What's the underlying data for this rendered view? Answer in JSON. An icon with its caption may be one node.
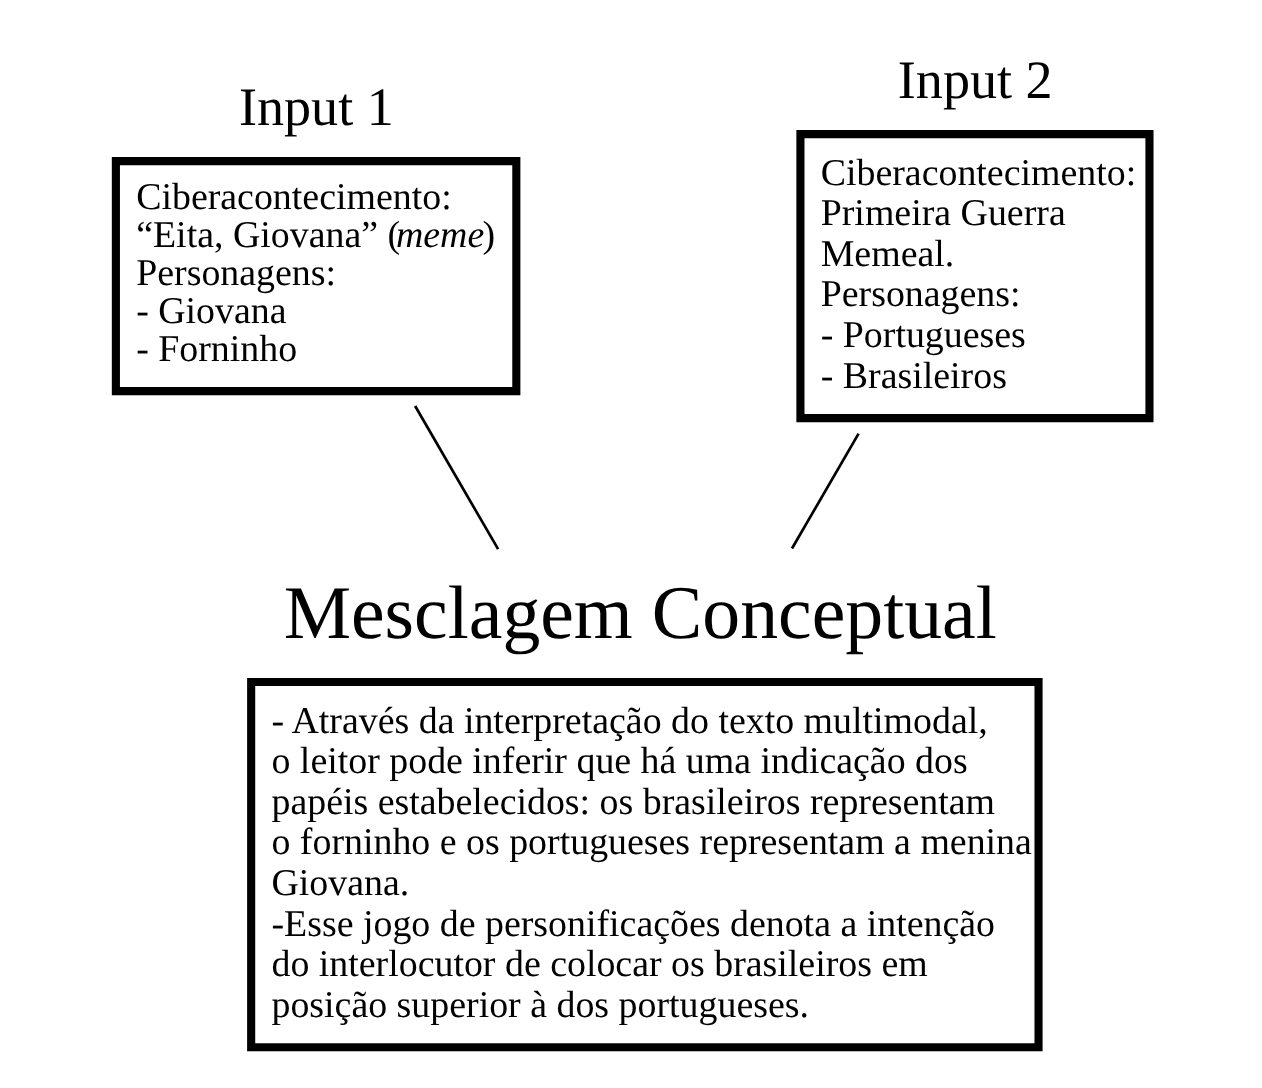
{
  "diagram": {
    "nodes": [
      {
        "text": [
          "Input 1",
          "Ciberacontecimento: “Eita, Giovana” (*meme*)",
          "Personagens:",
          "- Giovana",
          "- Forninho"
        ]
      },
      {
        "text": [
          "Input 2",
          "Ciberacontecimento: Primeira Guerra Memeal.",
          "Personagens:",
          "- Portugueses",
          "- Brasileiros"
        ]
      },
      {
        "text": [
          "Mesclagem Conceptual",
          "- Através da interpretação do texto multimodal, o leitor pode inferir que há uma indicação dos papéis estabelecidos: os brasileiros representam o forninho e os portugueses representam a menina Giovana.",
          "-Esse jogo de personificações denota a intenção do interlocutor de colocar os brasileiros em posição superior à dos portugueses."
        ]
      }
    ],
    "edges": [
      {
        "from": 0,
        "to": 2,
        "arrow": "none"
      },
      {
        "from": 1,
        "to": 2,
        "arrow": "none"
      }
    ]
  }
}
